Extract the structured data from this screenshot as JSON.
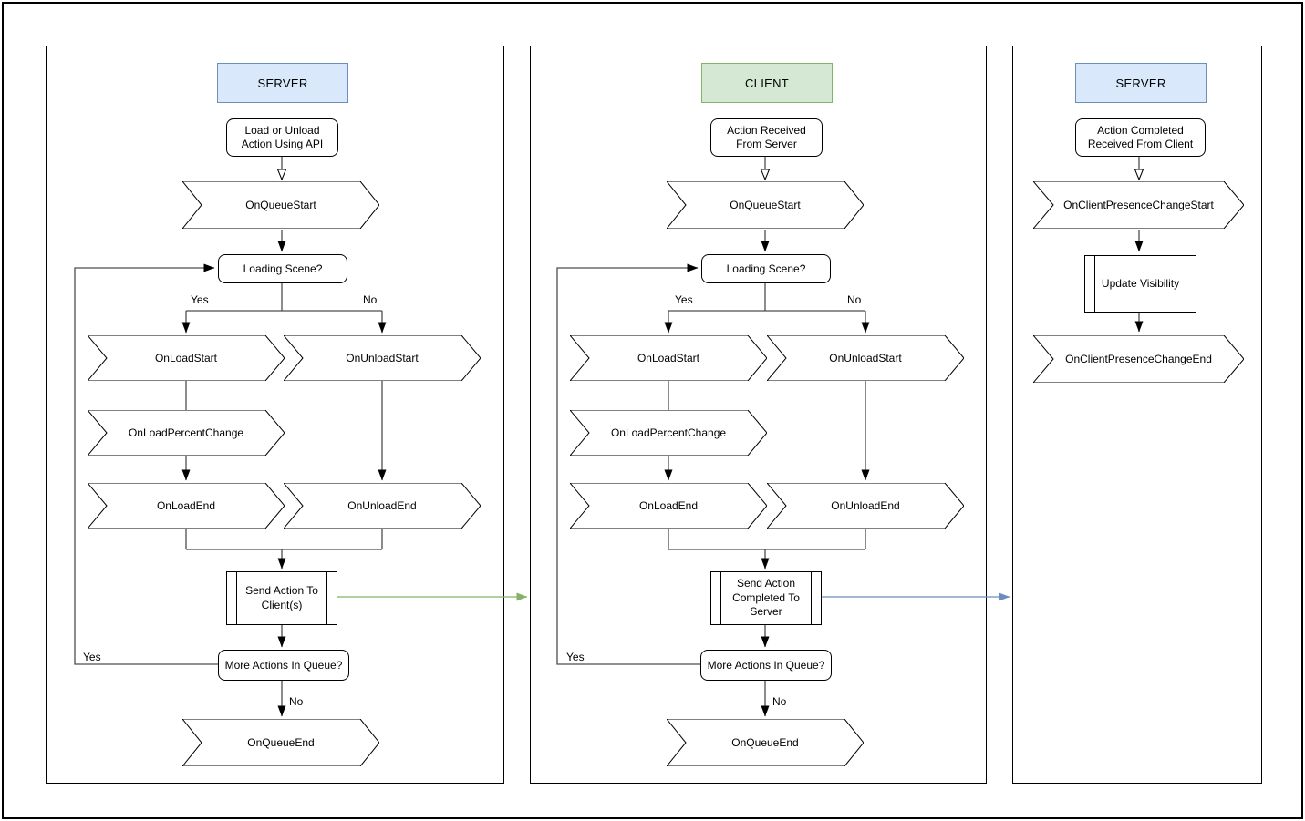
{
  "colors": {
    "server_fill": "#dae8fc",
    "server_border": "#6c8ebf",
    "client_fill": "#d5e8d4",
    "client_border": "#82b366",
    "server_to_client_arrow": "#82b366",
    "client_to_server_arrow": "#6c8ebf"
  },
  "panel_server_out": {
    "title": "SERVER",
    "start": "Load or Unload\nAction Using API",
    "on_queue_start": "OnQueueStart",
    "loading_scene": "Loading Scene?",
    "branch_yes": "Yes",
    "branch_no": "No",
    "on_load_start": "OnLoadStart",
    "on_unload_start": "OnUnloadStart",
    "on_load_percent_change": "OnLoadPercentChange",
    "on_load_end": "OnLoadEnd",
    "on_unload_end": "OnUnloadEnd",
    "send_action": "Send Action To\nClient(s)",
    "more_actions": "More Actions In Queue?",
    "loop_yes": "Yes",
    "queue_no": "No",
    "on_queue_end": "OnQueueEnd"
  },
  "panel_client": {
    "title": "CLIENT",
    "start": "Action Received\nFrom Server",
    "on_queue_start": "OnQueueStart",
    "loading_scene": "Loading Scene?",
    "branch_yes": "Yes",
    "branch_no": "No",
    "on_load_start": "OnLoadStart",
    "on_unload_start": "OnUnloadStart",
    "on_load_percent_change": "OnLoadPercentChange",
    "on_load_end": "OnLoadEnd",
    "on_unload_end": "OnUnloadEnd",
    "send_action": "Send Action\nCompleted To\nServer",
    "more_actions": "More Actions In Queue?",
    "loop_yes": "Yes",
    "queue_no": "No",
    "on_queue_end": "OnQueueEnd"
  },
  "panel_server_in": {
    "title": "SERVER",
    "start": "Action Completed\nReceived From Client",
    "on_client_presence_change_start": "OnClientPresenceChangeStart",
    "update_visibility": "Update Visibility",
    "on_client_presence_change_end": "OnClientPresenceChangeEnd"
  }
}
